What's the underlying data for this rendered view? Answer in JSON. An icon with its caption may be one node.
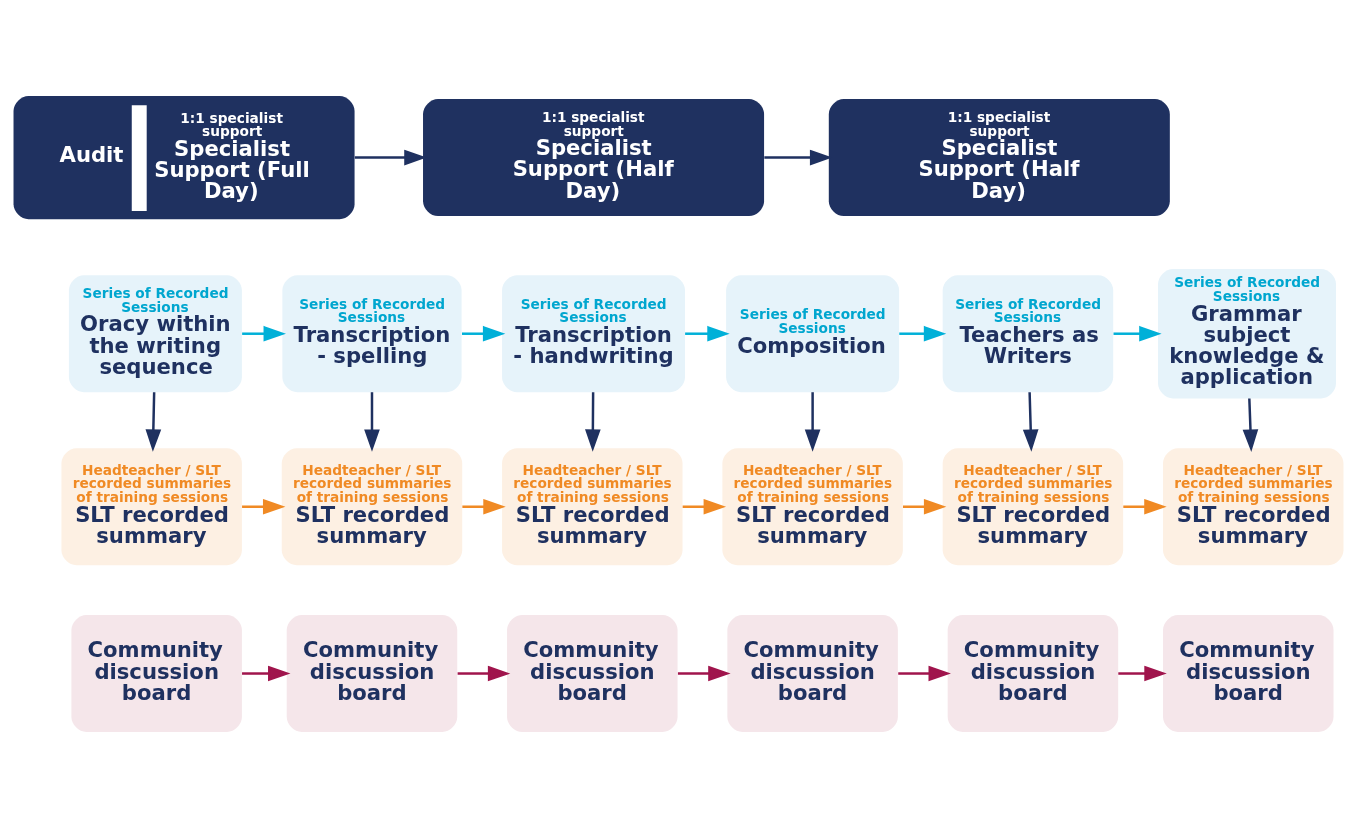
{
  "diagram": {
    "nodes": [
      {
        "text": [
          "Audit",
          "1:1 specialist support",
          "Specialist Support (Full Day)"
        ]
      },
      {
        "text": [
          "1:1 specialist support",
          "Specialist Support (Half Day)"
        ]
      },
      {
        "text": [
          "1:1 specialist support",
          "Specialist Support (Half Day)"
        ]
      },
      {
        "text": [
          "Series of Recorded Sessions",
          "Oracy within the writing sequence"
        ]
      },
      {
        "text": [
          "Series of Recorded Sessions",
          "Transcription - spelling"
        ]
      },
      {
        "text": [
          "Series of Recorded Sessions",
          "Transcription - handwriting"
        ]
      },
      {
        "text": [
          "Series of Recorded Sessions",
          "Composition"
        ]
      },
      {
        "text": [
          "Series of Recorded Sessions",
          "Teachers as Writers"
        ]
      },
      {
        "text": [
          "Series of Recorded Sessions",
          "Grammar subject knowledge & application"
        ]
      },
      {
        "text": [
          "Headteacher / SLT recorded summaries of training sessions",
          "SLT recorded summary"
        ]
      },
      {
        "text": [
          "Headteacher / SLT recorded summaries of training sessions",
          "SLT recorded summary"
        ]
      },
      {
        "text": [
          "Headteacher / SLT recorded summaries of training sessions",
          "SLT recorded summary"
        ]
      },
      {
        "text": [
          "Headteacher / SLT recorded summaries of training sessions",
          "SLT recorded summary"
        ]
      },
      {
        "text": [
          "Headteacher / SLT recorded summaries of training sessions",
          "SLT recorded summary"
        ]
      },
      {
        "text": [
          "Headteacher / SLT recorded summaries of training sessions",
          "SLT recorded summary"
        ]
      },
      {
        "text": [
          "Community discussion board"
        ]
      },
      {
        "text": [
          "Community discussion board"
        ]
      },
      {
        "text": [
          "Community discussion board"
        ]
      },
      {
        "text": [
          "Community discussion board"
        ]
      },
      {
        "text": [
          "Community discussion board"
        ]
      },
      {
        "text": [
          "Community discussion board"
        ]
      }
    ],
    "edges": [
      {
        "from": 0,
        "to": 1,
        "arrow": "to"
      },
      {
        "from": 1,
        "to": 2,
        "arrow": "to"
      },
      {
        "from": 3,
        "to": 4,
        "arrow": "to",
        "color": "#00b0d8"
      },
      {
        "from": 4,
        "to": 5,
        "arrow": "to",
        "color": "#00b0d8"
      },
      {
        "from": 5,
        "to": 6,
        "arrow": "to",
        "color": "#00b0d8"
      },
      {
        "from": 6,
        "to": 7,
        "arrow": "to",
        "color": "#00b0d8"
      },
      {
        "from": 7,
        "to": 8,
        "arrow": "to",
        "color": "#00b0d8"
      },
      {
        "from": 3,
        "to": 9,
        "arrow": "to"
      },
      {
        "from": 4,
        "to": 10,
        "arrow": "to"
      },
      {
        "from": 5,
        "to": 11,
        "arrow": "to"
      },
      {
        "from": 6,
        "to": 12,
        "arrow": "to"
      },
      {
        "from": 7,
        "to": 13,
        "arrow": "to"
      },
      {
        "from": 8,
        "to": 14,
        "arrow": "to"
      },
      {
        "from": 9,
        "to": 10,
        "arrow": "to",
        "color": "#f08a24"
      },
      {
        "from": 10,
        "to": 11,
        "arrow": "to",
        "color": "#f08a24"
      },
      {
        "from": 11,
        "to": 12,
        "arrow": "to",
        "color": "#f08a24"
      },
      {
        "from": 12,
        "to": 13,
        "arrow": "to",
        "color": "#f08a24"
      },
      {
        "from": 13,
        "to": 14,
        "arrow": "to",
        "color": "#f08a24"
      },
      {
        "from": 15,
        "to": 16,
        "arrow": "to",
        "color": "#a0144c"
      },
      {
        "from": 16,
        "to": 17,
        "arrow": "to",
        "color": "#a0144c"
      },
      {
        "from": 17,
        "to": 18,
        "arrow": "to",
        "color": "#a0144c"
      },
      {
        "from": 18,
        "to": 19,
        "arrow": "to",
        "color": "#a0144c"
      },
      {
        "from": 19,
        "to": 20,
        "arrow": "to",
        "color": "#a0144c"
      }
    ]
  }
}
